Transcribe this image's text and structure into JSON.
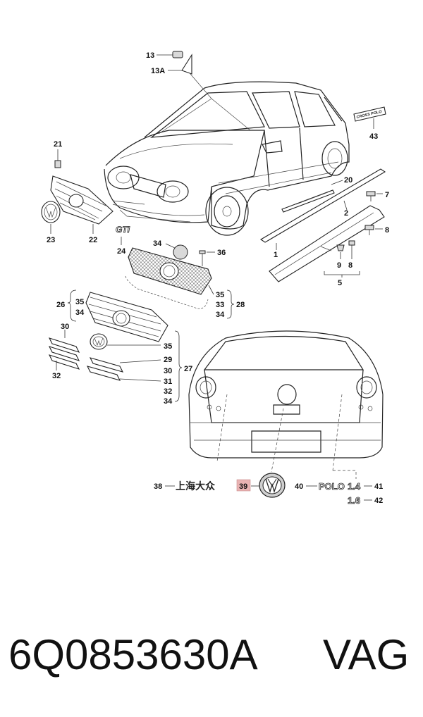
{
  "callouts": {
    "c13": "13",
    "c13A": "13A",
    "c21": "21",
    "c23": "23",
    "c22": "22",
    "c24": "24",
    "c34a": "34",
    "c36": "36",
    "c35a": "35",
    "c33a": "33",
    "c34b": "34",
    "c28": "28",
    "c20": "20",
    "c2": "2",
    "c7": "7",
    "c8a": "8",
    "c1": "1",
    "c9": "9",
    "c8b": "8",
    "c5": "5",
    "c43": "43",
    "c26": "26",
    "c35b": "35",
    "c34c": "34",
    "c30a": "30",
    "c35c": "35",
    "c29": "29",
    "c30b": "30",
    "c31": "31",
    "c32a": "32",
    "c34d": "34",
    "c27": "27",
    "c32b": "32",
    "c38": "38",
    "c39": "39",
    "c40": "40",
    "c41": "41",
    "c42": "42"
  },
  "badges": {
    "gti": "GTI",
    "cross_polo": "CROSS POLO",
    "chinese_brand": "上海大众",
    "polo": "POLO",
    "v14": "1.4",
    "v16": "1.6"
  },
  "footer": {
    "part_number": "6Q0853630A",
    "brand": "VAG"
  },
  "colors": {
    "highlight_box": "#e9b3b3",
    "ink": "#222222"
  }
}
